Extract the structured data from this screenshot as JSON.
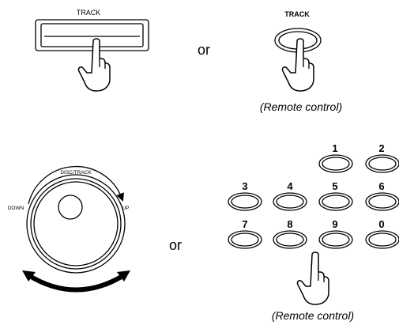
{
  "top": {
    "front_track_label": "TRACK",
    "or_label": "or",
    "remote_track_label": "TRACK",
    "caption": "(Remote control)"
  },
  "bottom": {
    "dial_label": "DISC/TRACK",
    "dial_down": "DOWN",
    "dial_up": "UP",
    "or_label": "or",
    "caption": "(Remote control)",
    "keys": [
      "1",
      "2",
      "3",
      "4",
      "5",
      "6",
      "7",
      "8",
      "9",
      "0"
    ]
  }
}
